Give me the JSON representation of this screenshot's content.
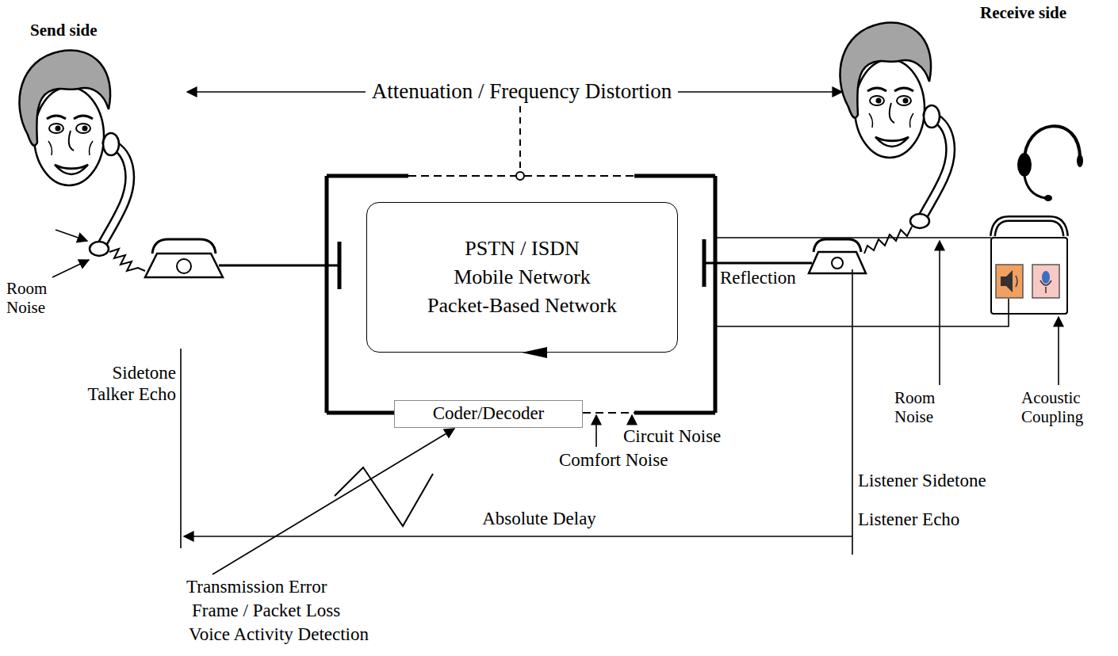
{
  "diagram": {
    "nodes": [
      {
        "text": [
          "PSTN / ISDN",
          "Mobile Network",
          "Packet-Based Network"
        ]
      },
      {
        "text": [
          "Coder/Decoder"
        ]
      }
    ],
    "labels": [
      "Send side",
      "Receive side",
      "Attenuation / Frequency Distortion",
      "Room Noise",
      "Sidetone",
      "Talker Echo",
      "Reflection",
      "Room Noise",
      "Acoustic Coupling",
      "Circuit Noise",
      "Comfort Noise",
      "Listener Sidetone",
      "Listener Echo",
      "Absolute Delay",
      "Transmission Error",
      "Frame / Packet Loss",
      "Voice Activity Detection"
    ]
  }
}
